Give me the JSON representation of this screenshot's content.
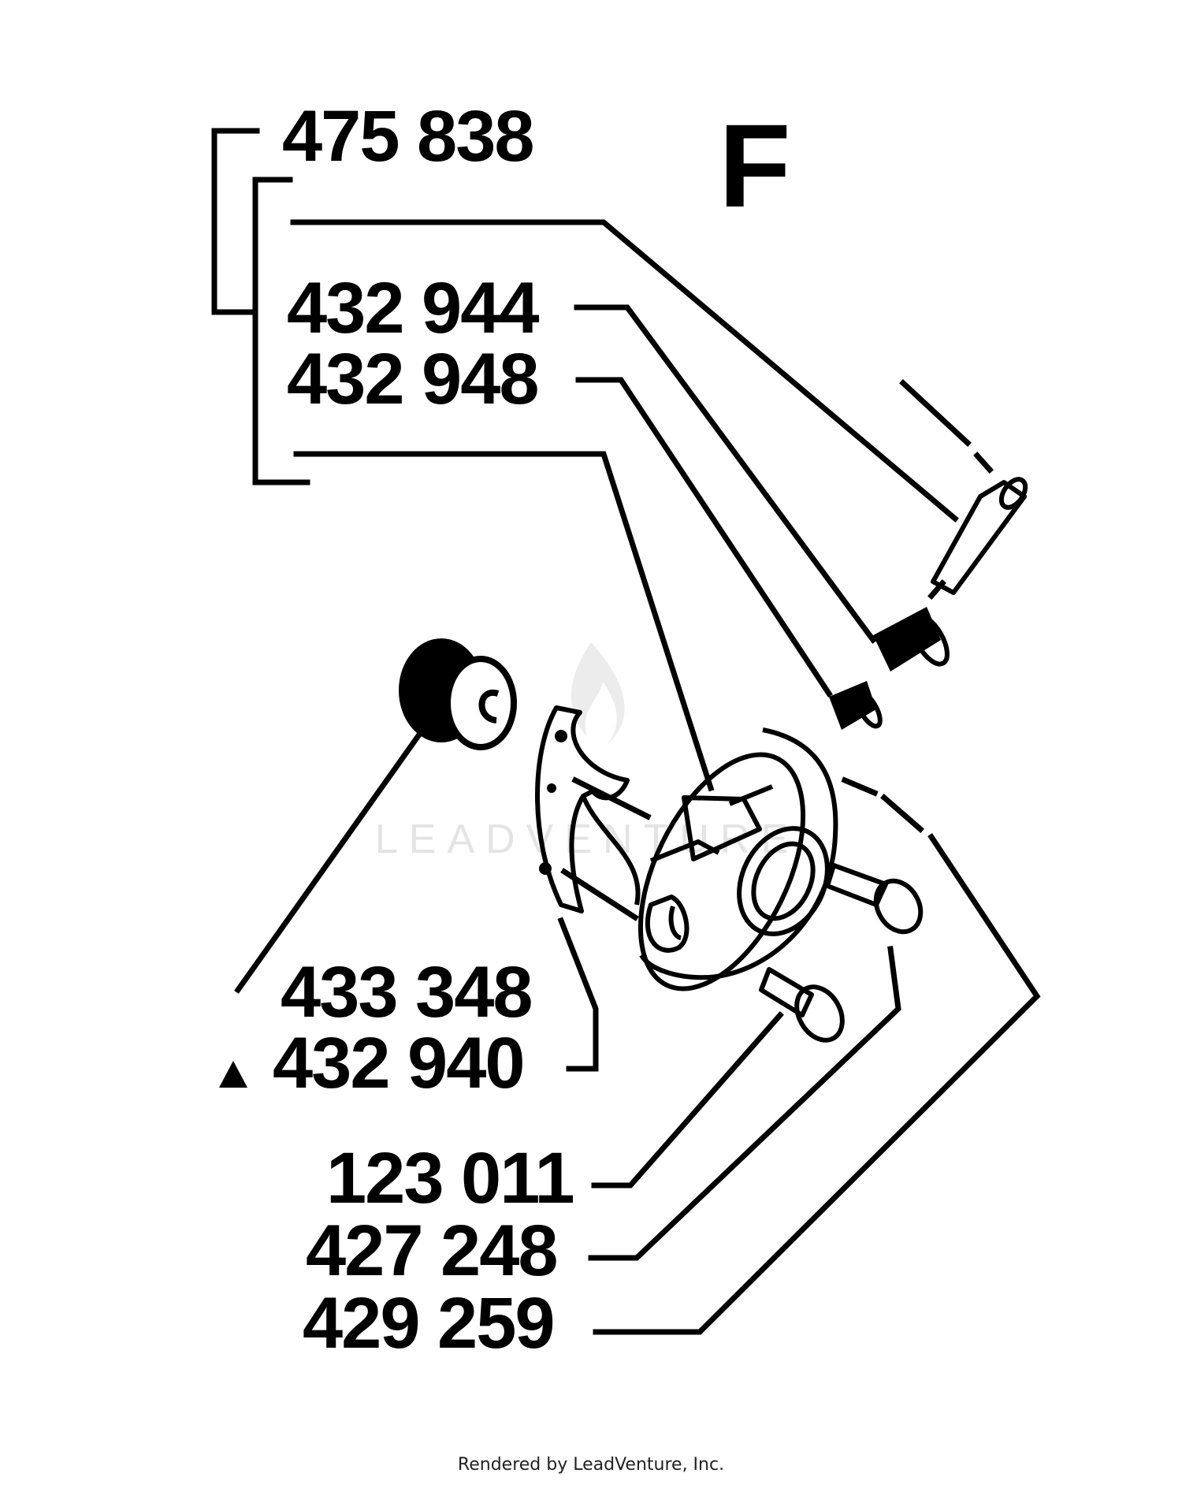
{
  "section_letter": "F",
  "part_numbers": {
    "kit": "475 838",
    "p432944": "432 944",
    "p432948": "432 948",
    "p433348": "433 348",
    "p432940": "432 940",
    "p123011": "123 011",
    "p427248": "427 248",
    "p429259": "429 259"
  },
  "marker_icon": "triangle-marker-icon",
  "watermark": "LEADVENTURE",
  "footer": "Rendered by LeadVenture, Inc.",
  "colors": {
    "ink": "#000000",
    "watermark": "#e4e4e4"
  }
}
